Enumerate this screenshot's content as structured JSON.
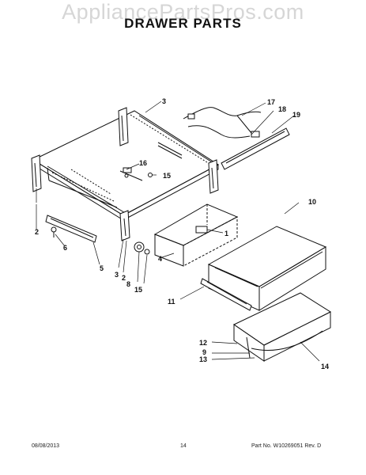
{
  "watermark": "AppliancePartsPros.com",
  "title": "DRAWER PARTS",
  "footer": {
    "date": "08/08/2013",
    "page": "14",
    "part_number": "Part No. W10269051  Rev. D"
  },
  "callouts": {
    "c1": "1",
    "c2a": "2",
    "c2b": "2",
    "c3a": "3",
    "c3b": "3",
    "c4": "4",
    "c5": "5",
    "c6": "6",
    "c8": "8",
    "c9": "9",
    "c10": "10",
    "c11": "11",
    "c12": "12",
    "c13": "13",
    "c14": "14",
    "c15a": "15",
    "c15b": "15",
    "c16": "16",
    "c17": "17",
    "c18": "18",
    "c19": "19"
  }
}
